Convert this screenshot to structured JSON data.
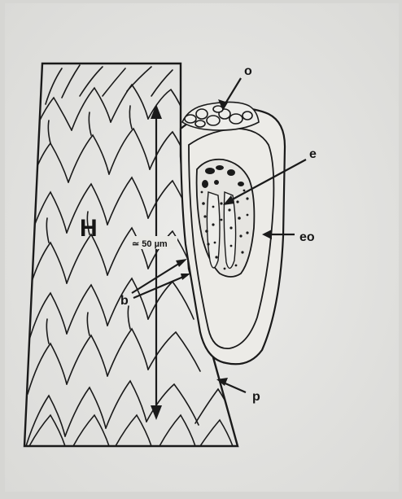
{
  "labels": {
    "o": "o",
    "e": "e",
    "eo": "eo",
    "H": "H",
    "scale": "≃ 50 µm",
    "b": "b",
    "p": "p"
  },
  "colors": {
    "paper": "#e8e8e4",
    "ink": "#1a1a1a"
  }
}
